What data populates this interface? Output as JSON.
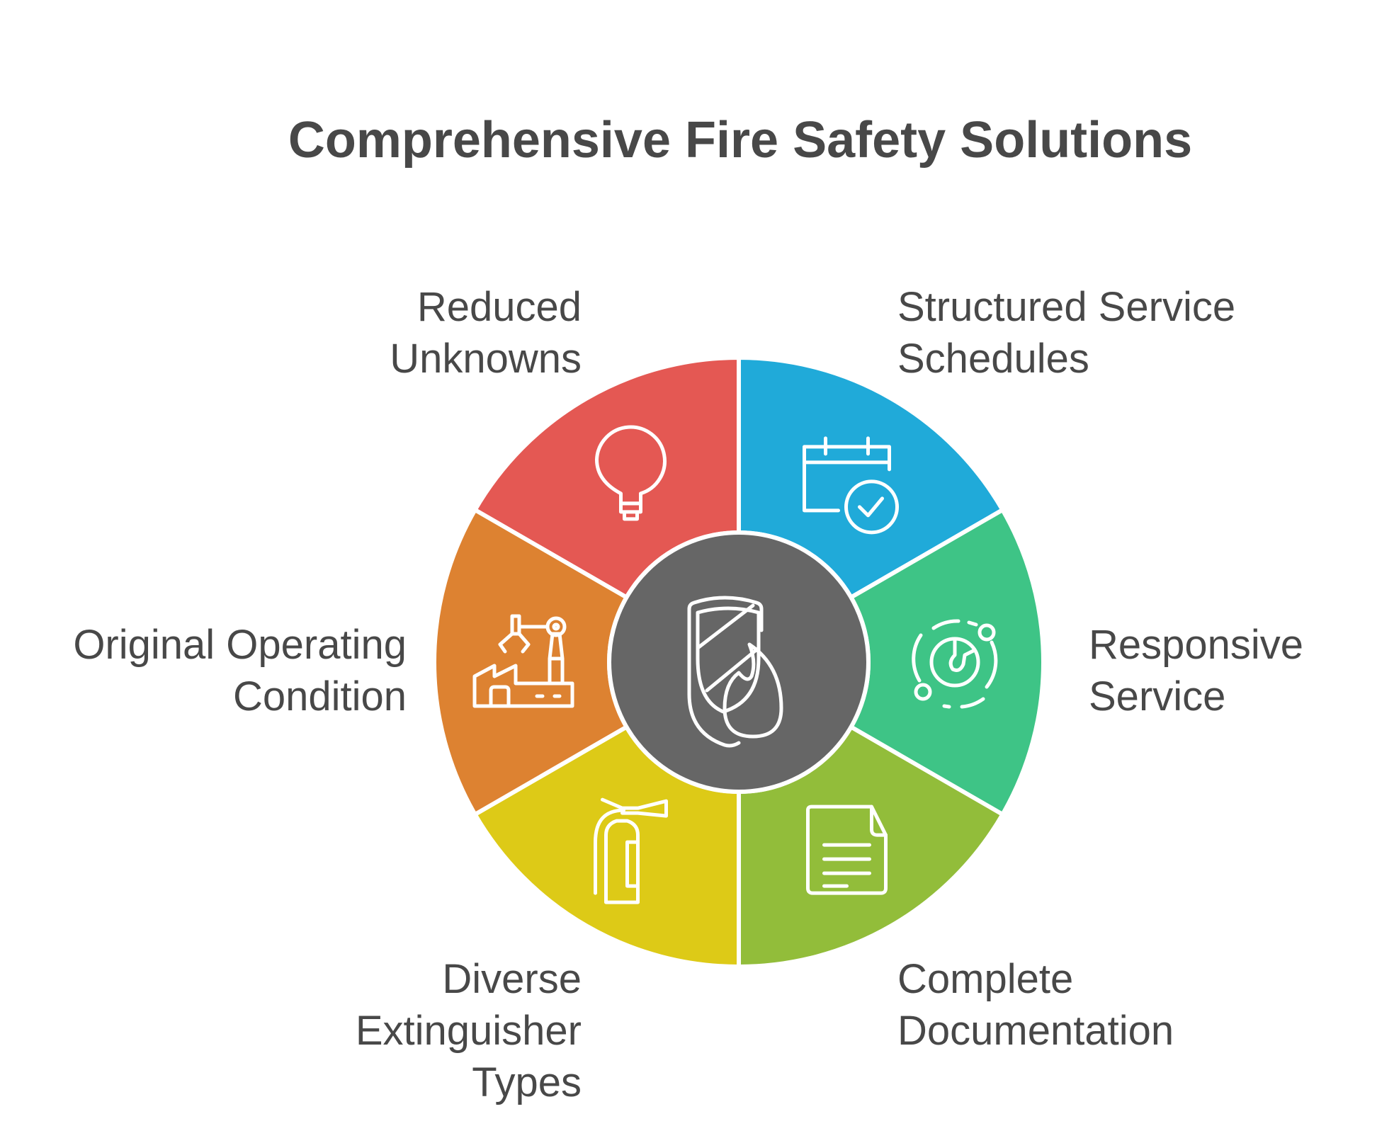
{
  "title": "Comprehensive Fire Safety Solutions",
  "center": {
    "icon": "shield-fire-icon",
    "color": "#666666"
  },
  "segments": [
    {
      "id": "reduced-unknowns",
      "lines": [
        "Reduced",
        "Unknowns"
      ],
      "color": "#E45853",
      "icon": "lightbulb-icon"
    },
    {
      "id": "structured-service-schedules",
      "lines": [
        "Structured Service",
        "Schedules"
      ],
      "color": "#20AAD9",
      "icon": "calendar-check-icon"
    },
    {
      "id": "responsive-service",
      "lines": [
        "Responsive",
        "Service"
      ],
      "color": "#3EC486",
      "icon": "gauge-orbit-icon"
    },
    {
      "id": "complete-documentation",
      "lines": [
        "Complete",
        "Documentation"
      ],
      "color": "#92BD3A",
      "icon": "document-icon"
    },
    {
      "id": "diverse-extinguisher-types",
      "lines": [
        "Diverse",
        "Extinguisher",
        "Types"
      ],
      "color": "#DDCA17",
      "icon": "fire-extinguisher-icon"
    },
    {
      "id": "original-operating-condition",
      "lines": [
        "Original Operating",
        "Condition"
      ],
      "color": "#DD8231",
      "icon": "factory-robot-arm-icon"
    }
  ]
}
